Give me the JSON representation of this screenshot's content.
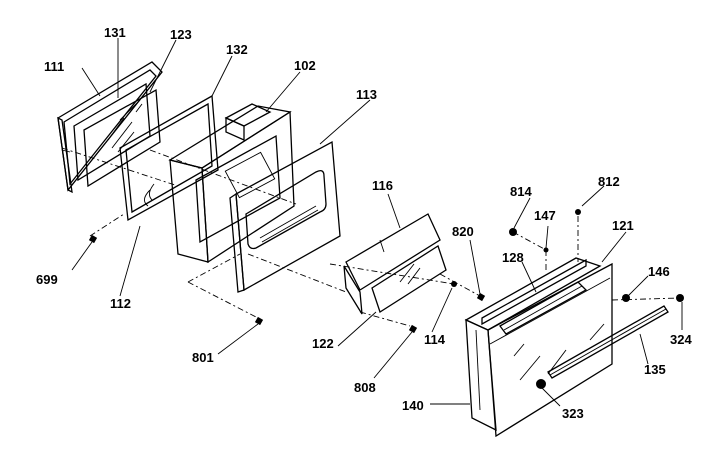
{
  "parts": {
    "p111": "111",
    "p131": "131",
    "p123": "123",
    "p132": "132",
    "p102": "102",
    "p113": "113",
    "p116": "116",
    "p814": "814",
    "p812": "812",
    "p147": "147",
    "p121": "121",
    "p820": "820",
    "p128": "128",
    "p146": "146",
    "p699": "699",
    "p112": "112",
    "p122": "122",
    "p114": "114",
    "p324": "324",
    "p801": "801",
    "p135": "135",
    "p808": "808",
    "p140": "140",
    "p323": "323"
  }
}
